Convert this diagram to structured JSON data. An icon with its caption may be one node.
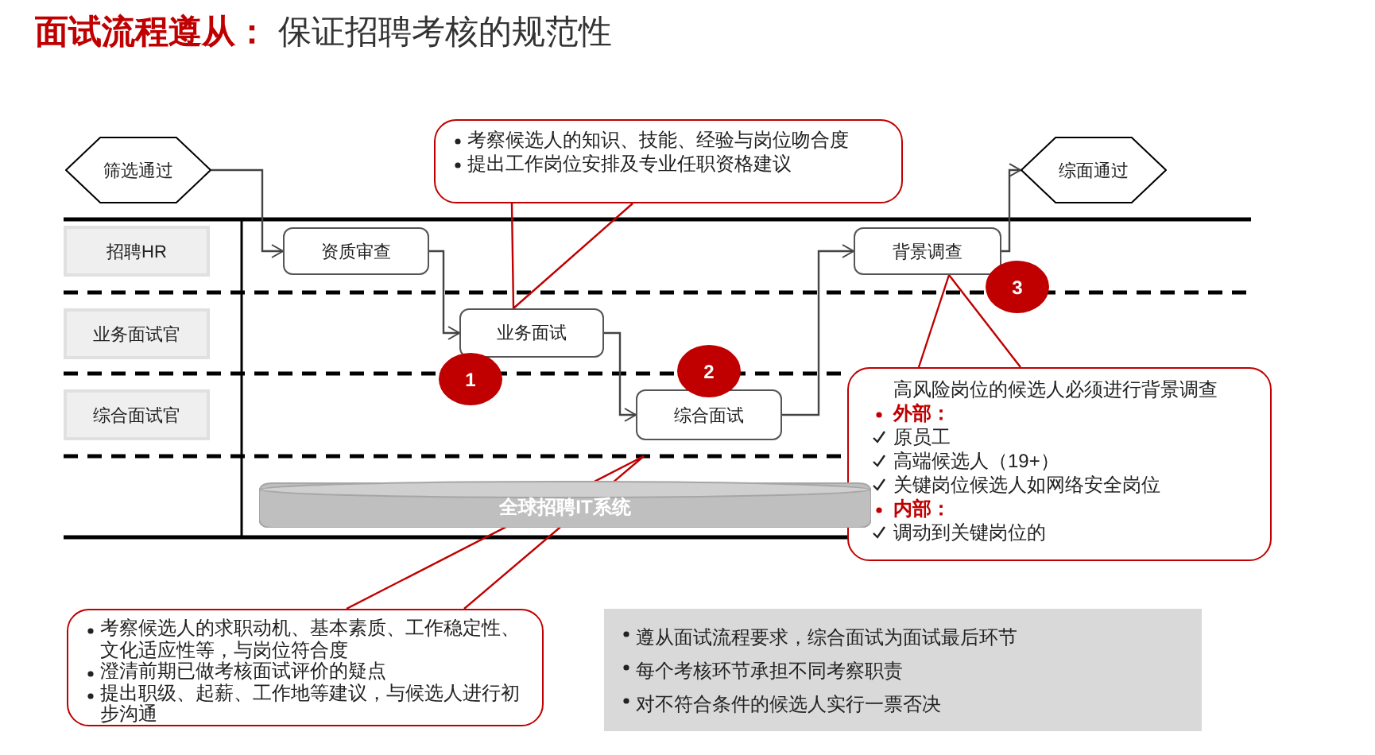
{
  "diagram": {
    "title": "**面试流程遵从：** 保证招聘考核的规范性",
    "nodes": [
      {
        "text": [
          "筛选通过"
        ]
      },
      {
        "text": [
          "招聘HR"
        ]
      },
      {
        "text": [
          "业务面试官"
        ]
      },
      {
        "text": [
          "综合面试官"
        ]
      },
      {
        "text": [
          "资质审查"
        ]
      },
      {
        "text": [
          "业务面试"
        ]
      },
      {
        "text": [
          "综合面试"
        ]
      },
      {
        "text": [
          "背景调查"
        ]
      },
      {
        "text": [
          "综面通过"
        ]
      },
      {
        "text": [
          "1"
        ]
      },
      {
        "text": [
          "2"
        ]
      },
      {
        "text": [
          "3"
        ]
      },
      {
        "text": [
          "全球招聘IT系统"
        ]
      },
      {
        "text": [
          "考察候选人的知识、技能、经验与岗位吻合度",
          "提出工作岗位安排及专业任职资格建议"
        ]
      },
      {
        "text": [
          "高风险岗位的候选人必须进行背景调查",
          "外部：",
          "原员工",
          "高端候选人（19+）",
          "关键岗位候选人如网络安全岗位",
          "内部：",
          "调动到关键岗位的"
        ]
      },
      {
        "text": [
          "考察候选人的求职动机、基本素质、工作稳定性、文化适应性等，与岗位符合度",
          "澄清前期已做考核面试评价的疑点",
          "提出职级、起薪、工作地等建议，与候选人进行初步沟通"
        ]
      },
      {
        "text": [
          "遵从面试流程要求，综合面试为面试最后环节",
          "每个考核环节承担不同考察职责",
          "对不符合条件的候选人实行一票否决"
        ]
      }
    ],
    "edges": [
      {
        "from": 0,
        "to": 4,
        "arrow": "to"
      },
      {
        "from": 4,
        "to": 5,
        "arrow": "to"
      },
      {
        "from": 5,
        "to": 6,
        "arrow": "to"
      },
      {
        "from": 6,
        "to": 7,
        "arrow": "to"
      },
      {
        "from": 7,
        "to": 8,
        "arrow": "to"
      },
      {
        "from": 13,
        "to": 5,
        "arrow": "none",
        "color": "#c00000"
      },
      {
        "from": 14,
        "to": 7,
        "arrow": "none",
        "color": "#c00000"
      },
      {
        "from": 15,
        "to": null,
        "arrow": "none",
        "color": "#c00000"
      }
    ]
  }
}
